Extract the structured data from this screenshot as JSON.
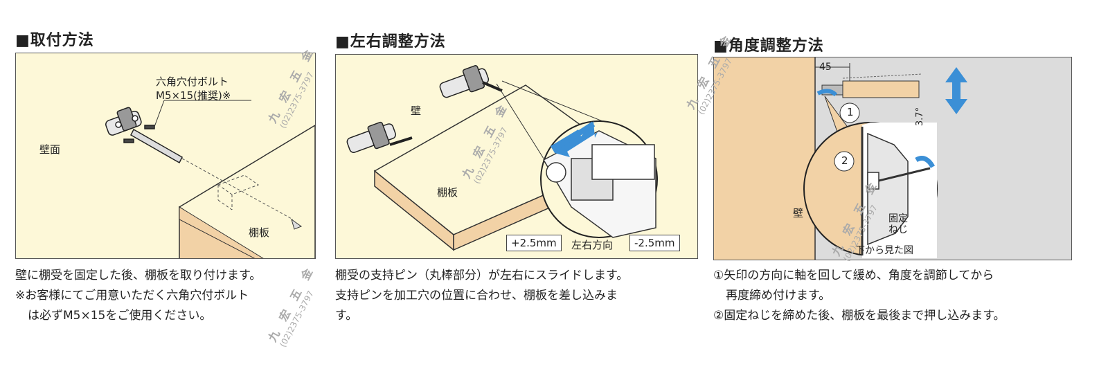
{
  "sections": [
    {
      "title": "■取付方法",
      "labels": {
        "bolt_line1": "六角穴付ボルト",
        "bolt_line2": "M5×15(推奨)※",
        "wall": "壁面",
        "shelf": "棚板"
      },
      "desc": [
        "壁に棚受を固定した後、棚板を取り付けます。",
        "※お客様にてご用意いただく六角穴付ボルト",
        "は必ずM5×15をご使用ください。"
      ]
    },
    {
      "title": "■左右調整方法",
      "labels": {
        "wall": "壁",
        "shelf": "棚板",
        "plus": "+2.5mm",
        "direction": "左右方向",
        "minus": "-2.5mm"
      },
      "desc": [
        "棚受の支持ピン（丸棒部分）が左右にスライドします。",
        "支持ピンを加工穴の位置に合わせ、棚板を差し込みま",
        "す。"
      ]
    },
    {
      "title": "■角度調整方法",
      "labels": {
        "dim": "45",
        "angle": "3.7°",
        "step1": "1",
        "step2": "2",
        "wall": "壁",
        "screw_line1": "固定",
        "screw_line2": "ねじ",
        "view": "下から見た図"
      },
      "desc": [
        "①矢印の方向に軸を回して緩め、角度を調節してから",
        "再度締め付けます。",
        "②固定ねじを締めた後、棚板を最後まで押し込みます。"
      ]
    }
  ],
  "watermark": {
    "chars": "九 宏 五 金",
    "phone": "(02)2375-3797"
  },
  "colors": {
    "panel_bg": "#fdf8d8",
    "wood": "#f2d2a6",
    "arrow": "#3b8fd6",
    "gray_bg": "#dcdcdc"
  }
}
